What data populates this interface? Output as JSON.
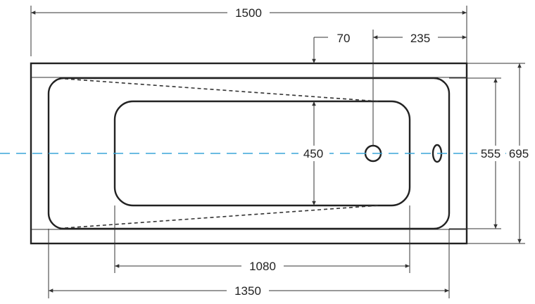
{
  "dimensions": {
    "overall_length": "1500",
    "tap_offset": "70",
    "drain_offset": "235",
    "inner_depth_width": "450",
    "inner_width": "555",
    "overall_width": "695",
    "bottom_length": "1080",
    "inner_length": "1350"
  },
  "colors": {
    "outline": "#222222",
    "centerline": "#3aa6d8"
  }
}
